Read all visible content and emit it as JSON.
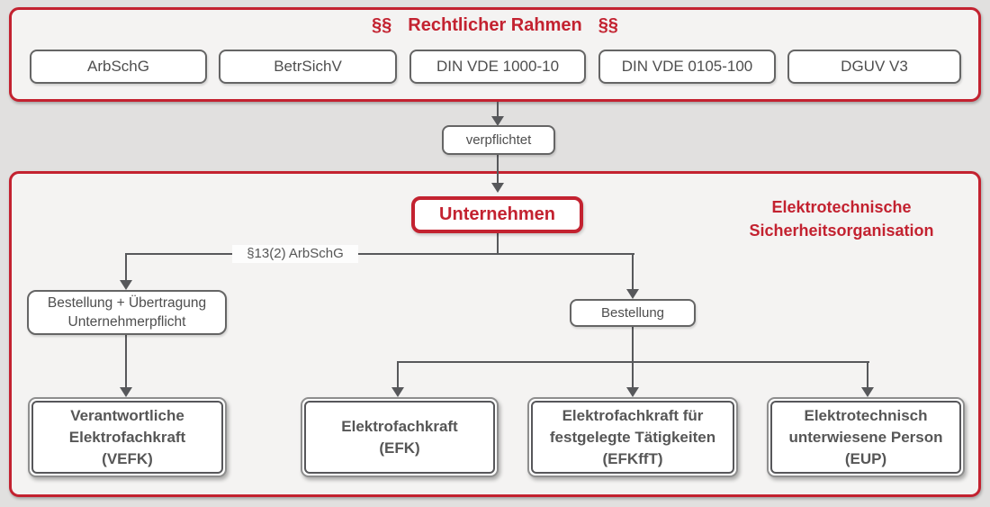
{
  "colors": {
    "accent_red": "#c32230",
    "line_gray": "#57585b",
    "box_border": "#656565",
    "section_bg": "#f4f3f2",
    "page_bg": "#e1e0df"
  },
  "legal_frame": {
    "symbol_left": "§§",
    "title": "Rechtlicher Rahmen",
    "symbol_right": "§§",
    "items": [
      {
        "label": "ArbSchG"
      },
      {
        "label": "BetrSichV"
      },
      {
        "label": "DIN VDE 1000-10"
      },
      {
        "label": "DIN VDE 0105-100"
      },
      {
        "label": "DGUV V3"
      }
    ]
  },
  "connectors": {
    "obligation_label": "verpflichtet",
    "law_reference": "§13(2) ArbSchG",
    "appointment_label": "Bestellung"
  },
  "organization": {
    "company_label": "Unternehmen",
    "section_title_lines": [
      "Elektrotechnische",
      "Sicherheitsorganisation"
    ],
    "appointment_transfer_lines": [
      "Bestellung + Übertragung",
      "Unternehmerpflicht"
    ],
    "roles": [
      {
        "lines": [
          "Verantwortliche",
          "Elektrofachkraft",
          "(VEFK)"
        ]
      },
      {
        "lines": [
          "Elektrofachkraft",
          "(EFK)"
        ]
      },
      {
        "lines": [
          "Elektrofachkraft für",
          "festgelegte Tätigkeiten",
          "(EFKffT)"
        ]
      },
      {
        "lines": [
          "Elektrotechnisch",
          "unterwiesene Person",
          "(EUP)"
        ]
      }
    ]
  }
}
